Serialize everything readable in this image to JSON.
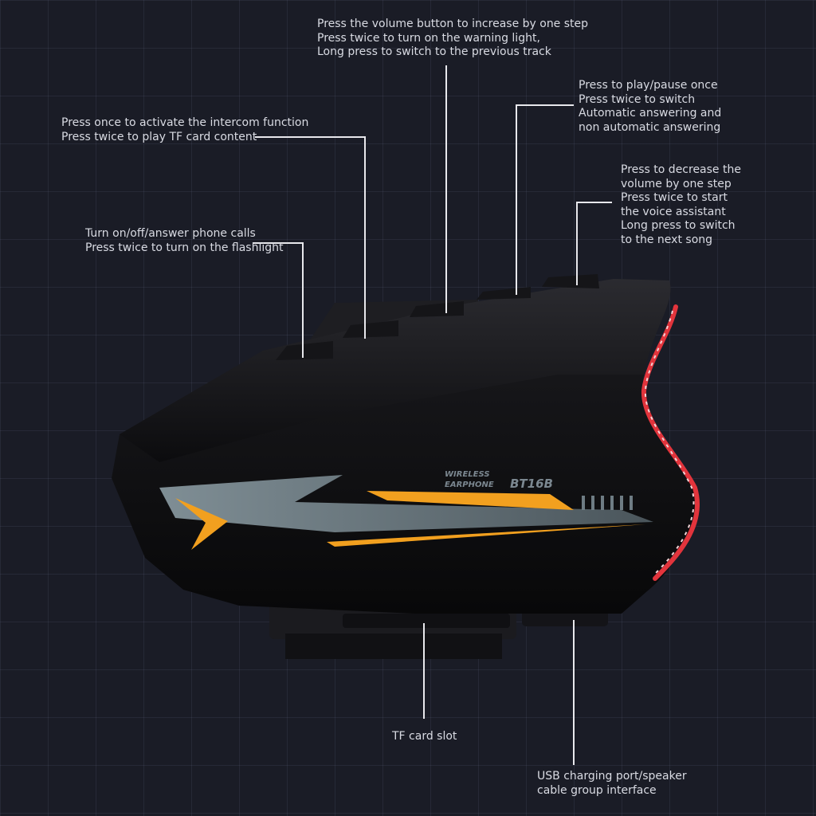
{
  "product": {
    "brand_line1": "WIRELESS",
    "brand_line2": "EARPHONE",
    "model": "BT16B"
  },
  "callouts": {
    "volume_up": {
      "lines": [
        "Press the volume button to increase by one step",
        "Press twice to turn on the warning light,",
        "Long press to switch to the previous track"
      ]
    },
    "play_pause": {
      "lines": [
        "Press to play/pause once",
        "Press twice to switch",
        "Automatic answering and",
        "non automatic answering"
      ]
    },
    "intercom": {
      "lines": [
        "Press once to activate the intercom function",
        "Press twice to play TF card content"
      ]
    },
    "volume_down": {
      "lines": [
        "Press to decrease the",
        "volume by one step",
        "Press twice to start",
        "the voice assistant",
        "Long press to switch",
        "to the next song"
      ]
    },
    "power": {
      "lines": [
        "Turn on/off/answer phone calls",
        "Press twice to turn on the flashlight"
      ]
    },
    "tf_slot": {
      "lines": [
        "TF card slot"
      ]
    },
    "usb": {
      "lines": [
        "USB charging port/speaker",
        "cable group interface"
      ]
    }
  },
  "colors": {
    "accent_orange": "#f2a01f",
    "stripe_gray": "#5f6c72",
    "body_black": "#0d0d0f",
    "red_glow": "#e2343c"
  }
}
